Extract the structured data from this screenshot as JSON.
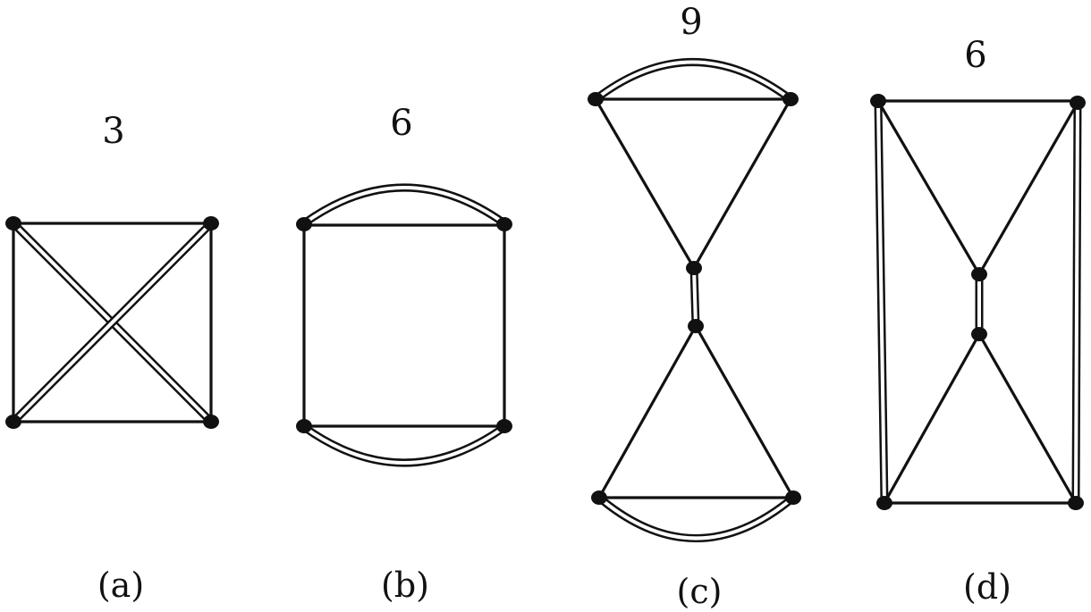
{
  "panels": [
    {
      "id": "a",
      "count": "3",
      "caption": "(a)"
    },
    {
      "id": "b",
      "count": "6",
      "caption": "(b)"
    },
    {
      "id": "c",
      "count": "9",
      "caption": "(c)"
    },
    {
      "id": "d",
      "count": "6",
      "caption": "(d)"
    }
  ],
  "colors": {
    "ink": "#111111",
    "background": "#ffffff"
  }
}
